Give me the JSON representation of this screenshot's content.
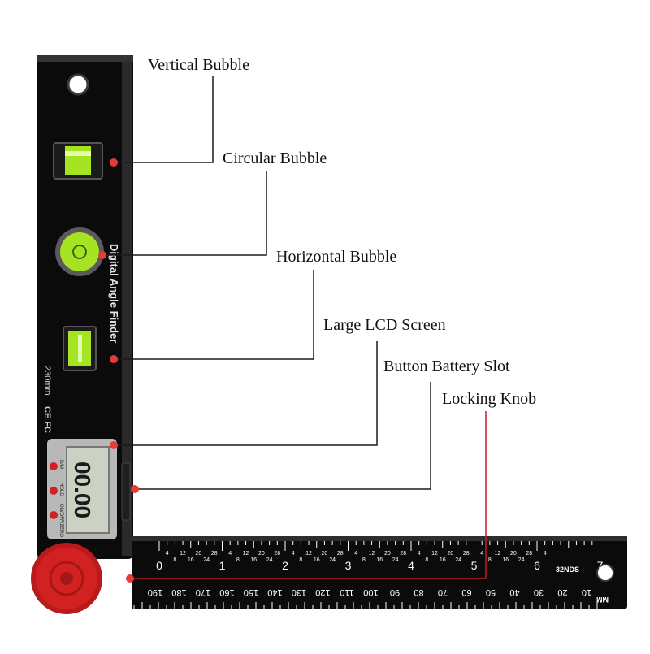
{
  "callouts": [
    {
      "id": "vertical-bubble",
      "label": "Vertical Bubble"
    },
    {
      "id": "circular-bubble",
      "label": "Circular Bubble"
    },
    {
      "id": "horizontal-bubble",
      "label": "Horizontal Bubble"
    },
    {
      "id": "large-lcd-screen",
      "label": "Large LCD Screen"
    },
    {
      "id": "button-battery-slot",
      "label": "Button Battery Slot"
    },
    {
      "id": "locking-knob",
      "label": "Locking Knob"
    }
  ],
  "device": {
    "brand_text": "Digital Angle Finder",
    "size_text": "230mm",
    "cert_text": "CE FC",
    "lcd_reading": "00.00",
    "buttons": [
      "D/M",
      "HOLD",
      "ON/OFF/ZERO"
    ],
    "ruler_unit_inches": "32NDS",
    "ruler_unit_mm": "MM",
    "inch_major": [
      "0",
      "1",
      "2",
      "3",
      "4",
      "5",
      "6",
      "7"
    ],
    "inch_minor": [
      "4",
      "8",
      "12",
      "16",
      "20",
      "24",
      "28"
    ],
    "mm_numbers": [
      "10",
      "20",
      "30",
      "40",
      "50",
      "60",
      "70",
      "80",
      "90",
      "100",
      "110",
      "120",
      "130",
      "140",
      "150",
      "160",
      "170",
      "180",
      "190"
    ]
  },
  "colors": {
    "body": "#0b0b0b",
    "edge": "#2e2e2e",
    "bubble": "#a6e322",
    "knob": "#d32121",
    "dot": "#e43b3b",
    "lcd": "#c9d2c3",
    "leader": "#1a1a1a",
    "leader_red": "#c41e1e"
  }
}
